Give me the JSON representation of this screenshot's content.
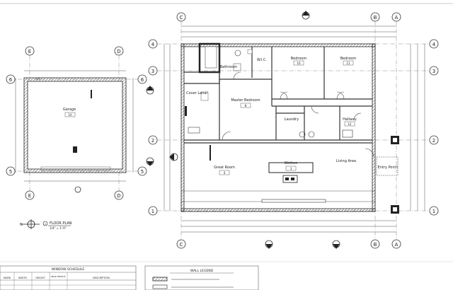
{
  "gridlines": {
    "top_letters": [
      "C",
      "B",
      "A"
    ],
    "bottom_letters": [
      "C",
      "B",
      "A"
    ],
    "right_numbers": [
      "4",
      "3",
      "2",
      "1"
    ],
    "left_numbers": [
      "4",
      "3",
      "2",
      "1"
    ],
    "garage_letters": [
      "E",
      "D"
    ],
    "garage_numbers": [
      "6",
      "5"
    ]
  },
  "rooms": {
    "garage": {
      "name": "Garage",
      "number": "1A"
    },
    "bathroom": {
      "name": "Bathroom",
      "number": ""
    },
    "wic": {
      "name": "W.I.C.",
      "number": ""
    },
    "bedroom_1": {
      "name": "Bedroom",
      "number": "10"
    },
    "bedroom_2": {
      "name": "Bedroom",
      "number": "11"
    },
    "cover_lanai": {
      "name": "Cover Lanai",
      "number": ""
    },
    "master_bedroom": {
      "name": "Master Bedroom",
      "number": "8"
    },
    "laundry": {
      "name": "Laundry",
      "number": ""
    },
    "hallway": {
      "name": "Hallway",
      "number": "12"
    },
    "great_room": {
      "name": "Great Room",
      "number": "4"
    },
    "kitchen": {
      "name": "Kitchen",
      "number": "3"
    },
    "living_area": {
      "name": "Living Area",
      "number": ""
    },
    "entry_porch": {
      "name": "Entry Porch",
      "number": ""
    }
  },
  "floor_plan": {
    "title": "FLOOR PLAN",
    "scale": "1/4\" = 1'-0\"",
    "number": "1"
  },
  "window_schedule": {
    "title": "WINDOW SCHEDULE",
    "headers": [
      "MARK",
      "WIDTH",
      "HEIGHT",
      "HEAD HEIGHT",
      "DESCRIPTION"
    ]
  },
  "wall_legend": {
    "title": "WALL LEGEND"
  },
  "north_symbol": "N"
}
